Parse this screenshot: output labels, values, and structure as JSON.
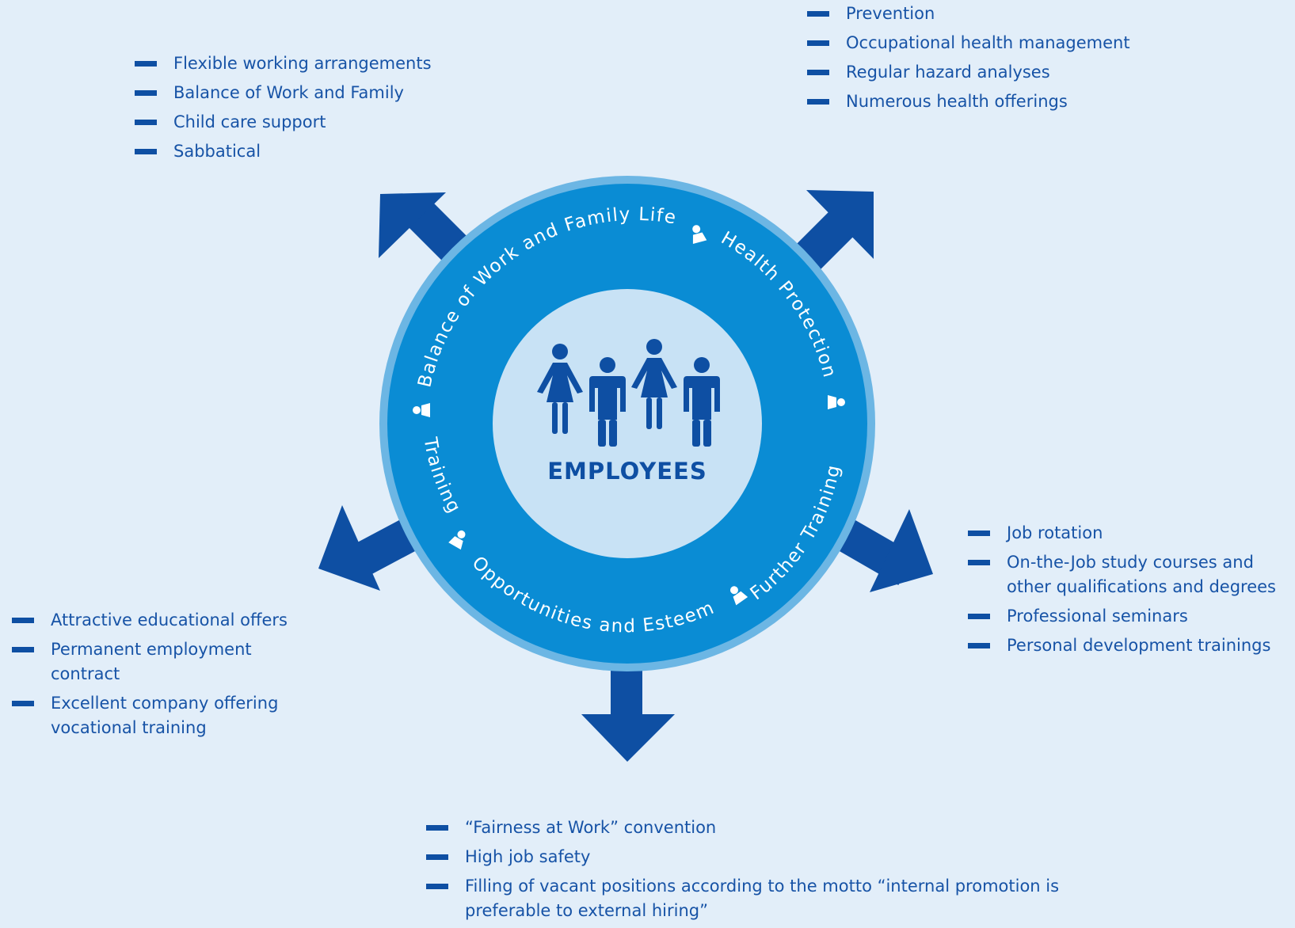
{
  "center_label": "EMPLOYEES",
  "ring_labels": {
    "balance": "Balance of Work and Family Life",
    "health": "Health Protection",
    "further_training": "Further Training",
    "opportunities": "Opportunities and Esteem",
    "training": "Training"
  },
  "lists": {
    "work_family": [
      "Flexible working arrangements",
      "Balance of Work and Family",
      "Child care support",
      "Sabbatical"
    ],
    "health": [
      "Prevention",
      "Occupational health management",
      "Regular hazard analyses",
      "Numerous health offerings"
    ],
    "further_training": [
      "Job rotation",
      "On-the-Job study courses and other qualifications and degrees",
      "Professional seminars",
      "Personal development trainings"
    ],
    "training": [
      "Attractive educational offers",
      "Permanent employment contract",
      "Excellent company offering vocational training"
    ],
    "opportunities": [
      "“Fairness at Work” convention",
      "High job safety",
      "Filling of vacant positions according to the motto “internal promotion is preferable to external hiring”"
    ]
  },
  "colors": {
    "background": "#e2eef9",
    "outer_ring": "#6cb6e4",
    "ring": "#0a8cd4",
    "inner_circle": "#c8e2f5",
    "dark_blue": "#0e4fa3",
    "text": "#1753a6"
  }
}
